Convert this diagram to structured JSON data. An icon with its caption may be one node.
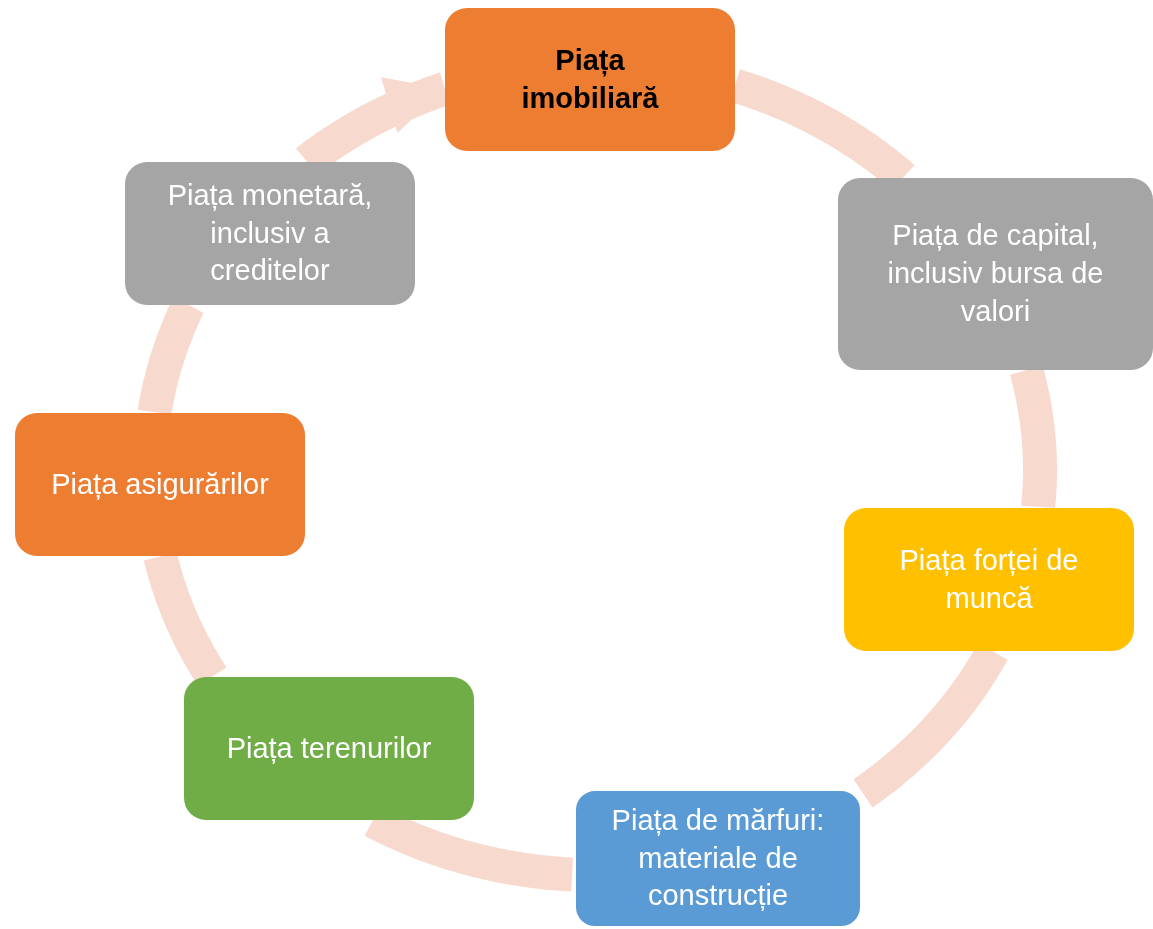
{
  "diagram": {
    "nodes": [
      {
        "text": [
          "Piața imobiliară"
        ]
      },
      {
        "text": [
          "Piața monetară, inclusiv a creditelor"
        ]
      },
      {
        "text": [
          "Piața de capital, inclusiv bursa de valori"
        ]
      },
      {
        "text": [
          "Piața asigurărilor"
        ]
      },
      {
        "text": [
          "Piața forței de muncă"
        ]
      },
      {
        "text": [
          "Piața terenurilor"
        ]
      },
      {
        "text": [
          "Piața de mărfuri: materiale de construcție"
        ]
      }
    ],
    "edges": [
      {
        "from": 0,
        "to": 2,
        "arrow": "none"
      },
      {
        "from": 2,
        "to": 4,
        "arrow": "none"
      },
      {
        "from": 4,
        "to": 6,
        "arrow": "none"
      },
      {
        "from": 6,
        "to": 5,
        "arrow": "none"
      },
      {
        "from": 5,
        "to": 3,
        "arrow": "none"
      },
      {
        "from": 3,
        "to": 1,
        "arrow": "none"
      },
      {
        "from": 1,
        "to": 0,
        "arrow": "to"
      }
    ]
  }
}
